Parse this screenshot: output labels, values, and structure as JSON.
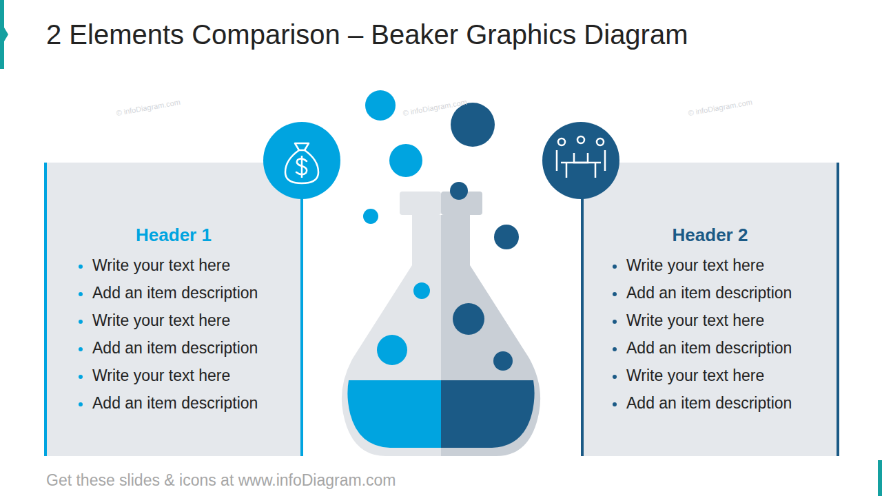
{
  "diagram": {
    "title": "2 Elements Comparison – Beaker Graphics Diagram",
    "caption": "Get these slides & icons at www.infoDiagram.com",
    "nodes": [
      {
        "text": [
          "Header 1",
          "Write your text here",
          "Add an item description",
          "Write your text here",
          "Add an item description",
          "Write your text here",
          "Add an item description"
        ]
      },
      {
        "text": [
          "Header 2",
          "Write your text here",
          "Add an item description",
          "Write your text here",
          "Add an item description",
          "Write your text here",
          "Add an item description"
        ]
      }
    ],
    "labels": [
      "© infoDiagram.com",
      "© infoDiagram.com",
      "© infoDiagram.com"
    ]
  }
}
